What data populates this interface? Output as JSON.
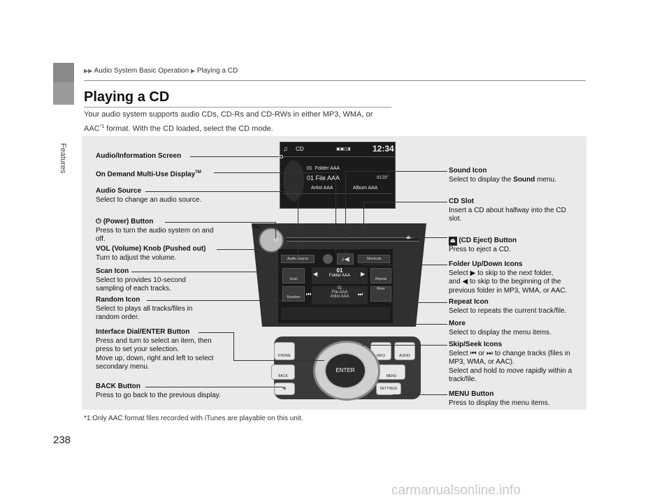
{
  "sidebar": {
    "label": "Features"
  },
  "breadcrumb": {
    "part1": "Audio System Basic Operation",
    "part2": "Playing a CD"
  },
  "page": {
    "title": "Playing a CD",
    "intro_line1": "Your audio system supports audio CDs, CD-Rs and CD-RWs in either MP3, WMA, or",
    "intro_line2_a": "AAC",
    "intro_sup": "*1",
    "intro_line2_b": " format. With the CD loaded, select the CD mode.",
    "footnote": "*1:Only AAC format files recorded with iTunes are playable on this unit.",
    "page_number": "238"
  },
  "screen": {
    "mode": "CD",
    "clock": "12:34",
    "track_no": "01",
    "folder": "Folder AAA",
    "file": "01 File AAA",
    "time": "01'23\"",
    "artist": "Artist AAA",
    "album": "Album AAA"
  },
  "touch": {
    "audio_source": "Audio Source",
    "shortcuts": "Shortcuts",
    "scan": "Scan",
    "folder_no": "01",
    "folder_name": "Folder AAA",
    "repeat": "Repeat",
    "random": "Random",
    "file_no": "01",
    "file_name": "File AAA",
    "artist": "Artist AAA",
    "more": "More",
    "vol": "VOL"
  },
  "console": {
    "phone": "PHONE",
    "info": "INFO",
    "audio": "AUDIO",
    "back": "BACK",
    "menu": "MENU",
    "enter": "ENTER",
    "settings": "SETTINGS"
  },
  "callouts": {
    "audio_info_screen": "Audio/Information Screen",
    "on_demand": "On Demand Multi-Use Display",
    "on_demand_tm": "TM",
    "audio_source_title": "Audio Source",
    "audio_source_desc": "Select to change an audio source.",
    "power_title": "(Power) Button",
    "power_desc": "Press to turn the audio system on and off.",
    "vol_title": "VOL (Volume) Knob (Pushed out)",
    "vol_desc": "Turn to adjust the volume.",
    "scan_title": "Scan Icon",
    "scan_desc": "Select to provides 10-second sampling of each tracks.",
    "random_title": "Random Icon",
    "random_desc": "Select to plays all tracks/files in random order.",
    "dial_title": "Interface Dial/ENTER Button",
    "dial_desc1": "Press and turn to select an item, then press to set your selection.",
    "dial_desc2": "Move up, down, right and left to select secondary menu.",
    "back_title": "BACK Button",
    "back_desc": "Press to go back to the previous display.",
    "sound_title": "Sound Icon",
    "sound_desc_a": "Select to display the ",
    "sound_desc_b": "Sound",
    "sound_desc_c": " menu.",
    "cdslot_title": "CD Slot",
    "cdslot_desc": "Insert a CD about halfway into the CD slot.",
    "eject_title": "(CD Eject) Button",
    "eject_desc": "Press to eject a CD.",
    "folder_title": "Folder Up/Down Icons",
    "folder_desc_a": "Select",
    "folder_desc_b": "to skip to the next folder,",
    "folder_desc_c": "and",
    "folder_desc_d": "to skip to the beginning of the previous folder in MP3, WMA, or AAC.",
    "repeat_title": "Repeat Icon",
    "repeat_desc": "Select to repeats the current track/file.",
    "more_title": "More",
    "more_desc": "Select to display the menu items.",
    "skip_title": "Skip/Seek Icons",
    "skip_desc_a": "Select",
    "skip_desc_b": "or",
    "skip_desc_c": "to change tracks (files in MP3, WMA, or AAC).",
    "skip_desc_d": "Select and hold to move rapidly within a track/file.",
    "menu_title": "MENU Button",
    "menu_desc": "Press to display the menu items."
  },
  "watermark": "carmanualsonline.info"
}
